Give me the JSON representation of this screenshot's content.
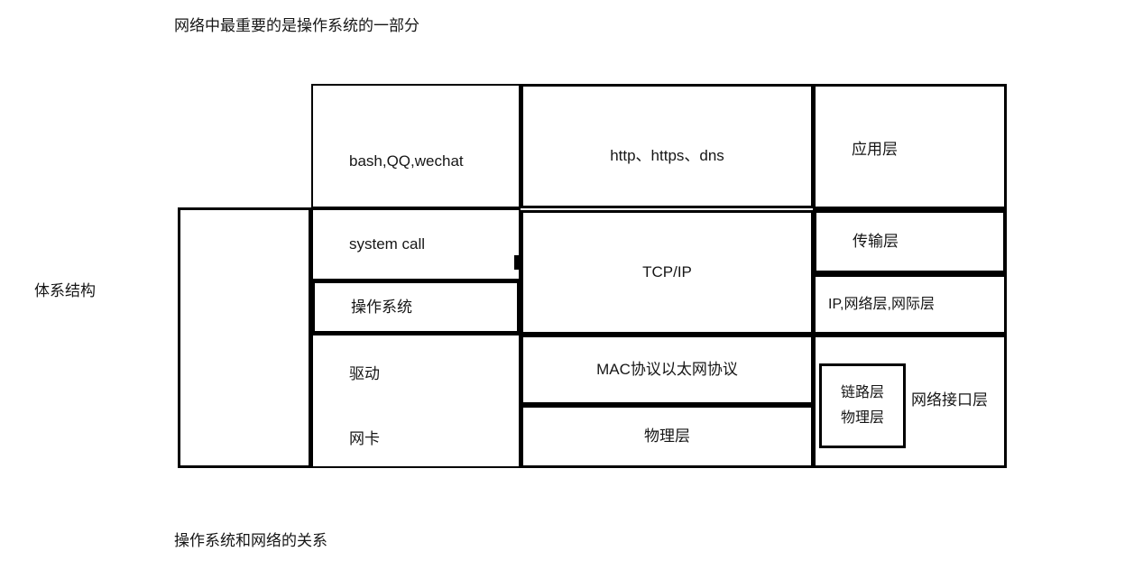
{
  "notes": {
    "top": "网络中最重要的是操作系统的一部分",
    "bottom": "操作系统和网络的关系",
    "left_label": "体系结构"
  },
  "diagram": {
    "title": "操作系统和网络的关系",
    "columns": [
      {
        "name": "architecture-column",
        "label": "体系结构",
        "cells": [
          ""
        ]
      },
      {
        "name": "os-stack-column",
        "cells": [
          "bash,QQ,wechat",
          "system call",
          "操作系统",
          "驱动",
          "网卡"
        ]
      },
      {
        "name": "protocol-column",
        "cells": [
          "http、https、dns",
          "TCP/IP",
          "MAC协议以太网协议",
          "物理层"
        ]
      },
      {
        "name": "layer-name-column",
        "cells": [
          "应用层",
          "传输层",
          "IP,网络层,网际层",
          "网络接口层"
        ]
      }
    ],
    "cells": {
      "apps": "bash,QQ,wechat",
      "http": "http、https、dns",
      "app_layer": "应用层",
      "syscall": "system call",
      "os": "操作系统",
      "tcpip": "TCP/IP",
      "transport_layer": "传输层",
      "network_layer": "IP,网络层,网际层",
      "driver": "驱动",
      "nic": "网卡",
      "mac": "MAC协议以太网协议",
      "physical": "物理层",
      "link_layer_inner": "链路层",
      "physical_layer_inner": "物理层",
      "interface_layer": "网络接口层"
    }
  },
  "colors": {
    "stroke": "#000000",
    "text": "#161616",
    "background": "#ffffff"
  }
}
